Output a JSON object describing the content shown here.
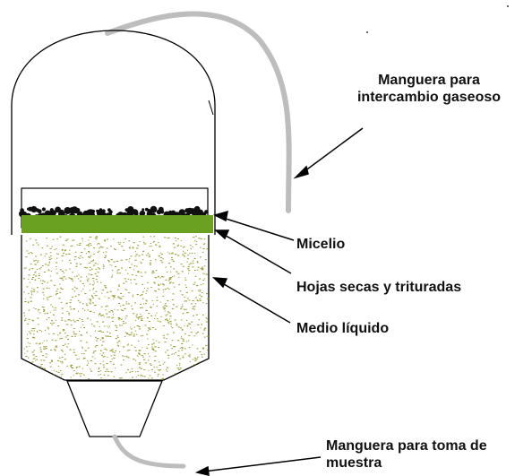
{
  "labels": {
    "gas_hose_line1": "Manguera para",
    "gas_hose_line2": "intercambio gaseoso",
    "mycelium": "Micelio",
    "dry_leaves": "Hojas secas y trituradas",
    "liquid_medium": "Medio líquido",
    "sample_hose_line1": "Manguera para toma de",
    "sample_hose_line2": "muestra"
  },
  "colors": {
    "outline": "#000000",
    "hose": "#bdbdbd",
    "leaf_layer": "#6aa121",
    "mycelium": "#111111",
    "medium_speckle": "#9a9a2e"
  }
}
